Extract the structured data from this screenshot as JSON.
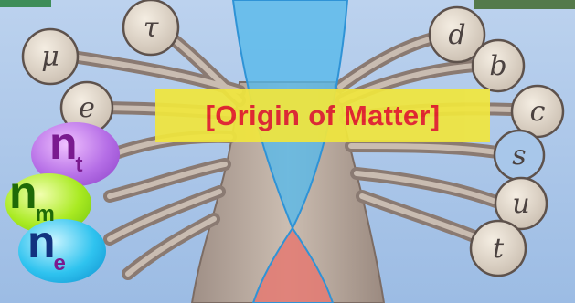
{
  "title": "[Origin of Matter]",
  "leptons": [
    "μ",
    "τ",
    "e"
  ],
  "quarks": [
    "d",
    "b",
    "c",
    "s",
    "u",
    "t"
  ],
  "neutrinos": [
    {
      "n": "n",
      "sub": "t"
    },
    {
      "n": "n",
      "sub": "m"
    },
    {
      "n": "n",
      "sub": "e"
    }
  ],
  "colors": {
    "title_text": "#e4202a",
    "title_bg": "#f0e63e",
    "cone_top": "#55b8ea",
    "cone_bottom": "#e27b73",
    "background": "#a9c6e8"
  }
}
